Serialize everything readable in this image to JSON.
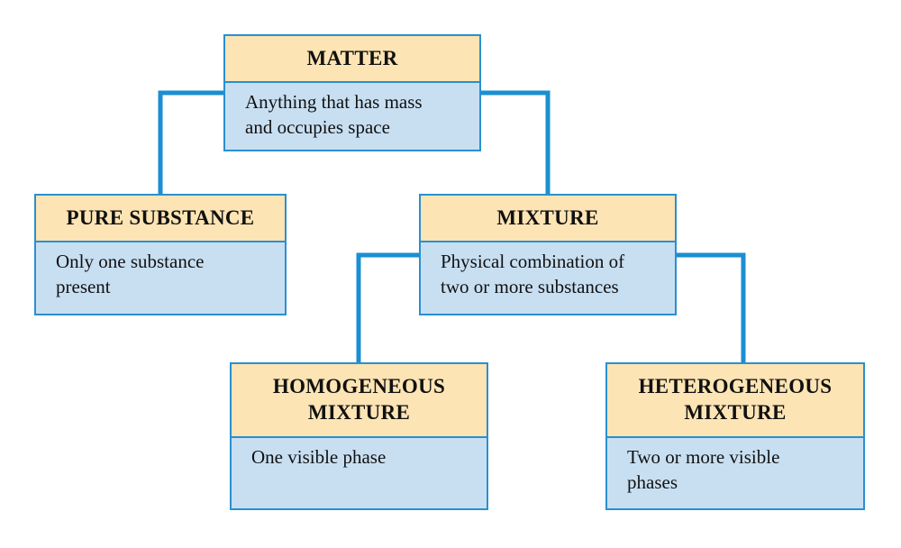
{
  "colors": {
    "line": "#1a8fd1",
    "border": "#2a8fd0",
    "header_fill": "#fce4b4",
    "body_fill": "#c8dff2"
  },
  "nodes": {
    "matter": {
      "title": "MATTER",
      "line1": "Anything that has mass",
      "line2": "and occupies space"
    },
    "pure_substance": {
      "title": "PURE SUBSTANCE",
      "line1": "Only one substance",
      "line2": "present"
    },
    "mixture": {
      "title": "MIXTURE",
      "line1": "Physical combination of",
      "line2": "two or more substances"
    },
    "homogeneous": {
      "title_line1": "HOMOGENEOUS",
      "title_line2": "MIXTURE",
      "line1": "One visible phase"
    },
    "heterogeneous": {
      "title_line1": "HETEROGENEOUS",
      "title_line2": "MIXTURE",
      "line1": "Two or more visible",
      "line2": "phases"
    }
  }
}
